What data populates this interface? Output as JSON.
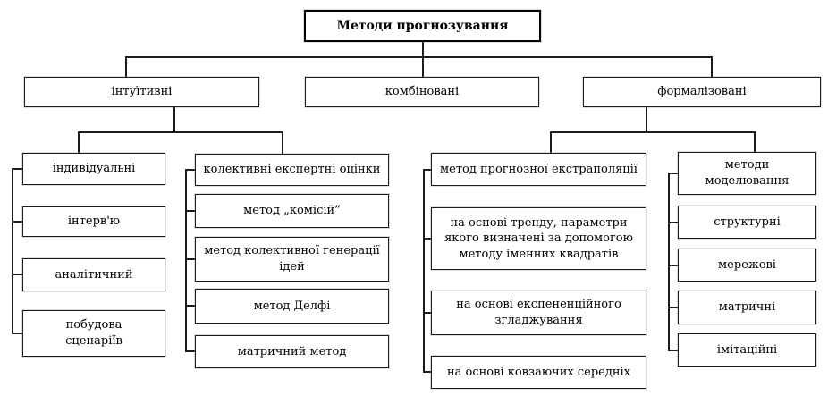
{
  "nodes": {
    "root": "Методи прогнозування",
    "intuitive": "інтуїтивні",
    "combined": "комбіновані",
    "formalized": "формалізовані",
    "col1": [
      "індивідуальні",
      "інтерв'ю",
      "аналітичний",
      "побудова\nсценаріїв"
    ],
    "col2": [
      "колективні експертні оцінки",
      "метод „комісій”",
      "метод колективної генерації\nідей",
      "метод Делфі",
      "матричний метод"
    ],
    "col3": [
      "метод прогнозної екстраполяції",
      "на основі тренду, параметри\nякого визначені за допомогою\nметоду іменних квадратів",
      "на основі експененційного\nзгладжування",
      "на основі ковзаючих середніх"
    ],
    "col4": [
      "методи\nмоделювання",
      "структурні",
      "мережеві",
      "матричні",
      "імітаційні"
    ]
  },
  "colors": {
    "background": "#ffffff",
    "line": "#1c1c1c",
    "text": "#000000"
  }
}
